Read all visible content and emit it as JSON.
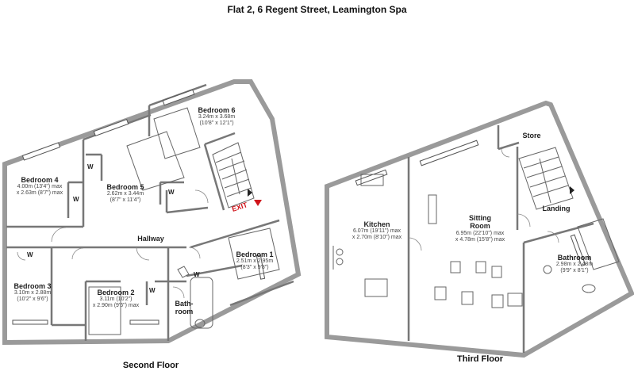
{
  "title": "Flat 2, 6 Regent Street, Leamington Spa",
  "floors": {
    "second": "Second Floor",
    "third": "Third Floor"
  },
  "exit_label": "EXIT",
  "wardrobe_label": "W",
  "rooms": {
    "bedroom6": {
      "name": "Bedroom 6",
      "dims1": "3.24m x 3.68m",
      "dims2": "(10'8\" x 12'1\")"
    },
    "bedroom4": {
      "name": "Bedroom 4",
      "dims1": "4.00m (13'4\") max",
      "dims2": "x 2.63m (8'7\") max"
    },
    "bedroom5": {
      "name": "Bedroom 5",
      "dims1": "2.62m x 3.44m",
      "dims2": "(8'7\" x 11'4\")"
    },
    "hallway": {
      "name": "Hallway"
    },
    "bedroom1": {
      "name": "Bedroom 1",
      "dims1": "2.51m x 2.95m",
      "dims2": "(8'3\" x 9'8\")"
    },
    "bedroom3": {
      "name": "Bedroom 3",
      "dims1": "3.10m x 2.88m",
      "dims2": "(10'2\" x 9'6\")"
    },
    "bedroom2": {
      "name": "Bedroom 2",
      "dims1": "3.11m (10'2\")",
      "dims2": "x 2.90m (9'6\") max"
    },
    "bathroom2f": {
      "name1": "Bath-",
      "name2": "room"
    },
    "kitchen": {
      "name": "Kitchen",
      "dims1": "6.07m (19'11\") max",
      "dims2": "x 2.70m (8'10\") max"
    },
    "sitting": {
      "name1": "Sitting",
      "name2": "Room",
      "dims1": "6.95m (22'10\") max",
      "dims2": "x 4.78m (15'8\") max"
    },
    "store": {
      "name": "Store"
    },
    "landing": {
      "name": "Landing"
    },
    "bathroom3f": {
      "name": "Bathroom",
      "dims1": "2.98m x 2.48m",
      "dims2": "(9'9\" x 8'1\")"
    }
  },
  "colors": {
    "wall": "#8a8a8a",
    "wall_fill": "#a6a6a6",
    "line": "#666666",
    "exit": "#d0141b"
  }
}
